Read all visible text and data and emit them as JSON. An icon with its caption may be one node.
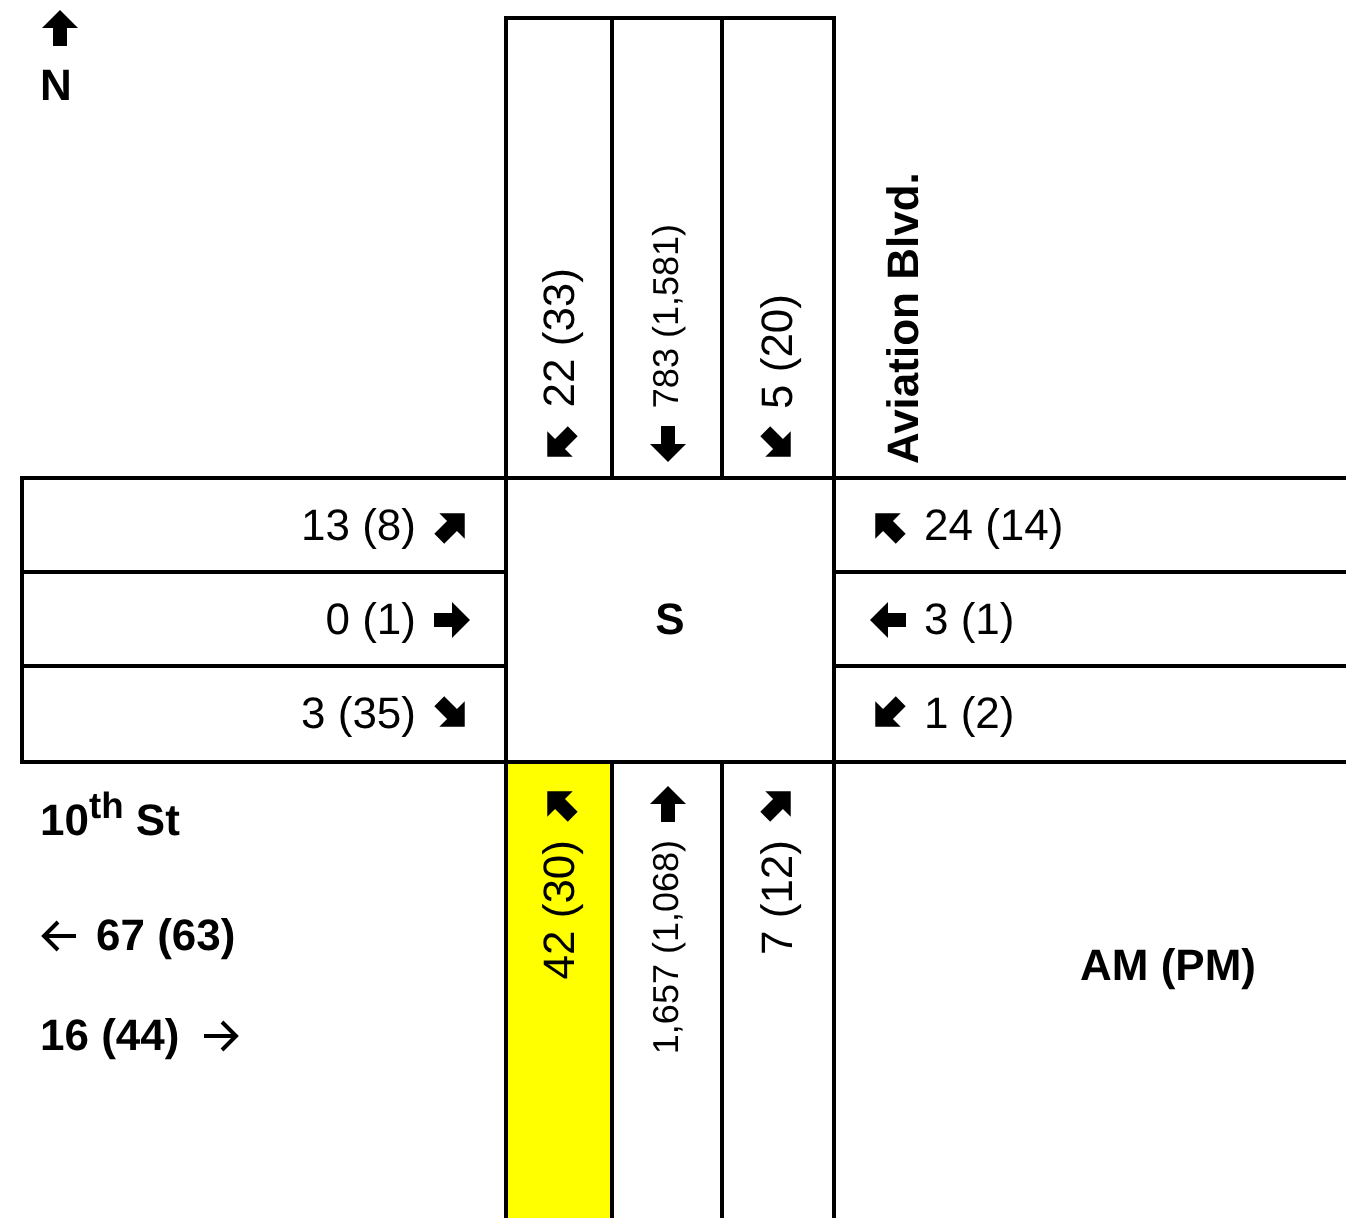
{
  "diagram": {
    "nodes": [
      {
        "text": [
          "22 (33)"
        ]
      },
      {
        "text": [
          "783 (1,581)"
        ]
      },
      {
        "text": [
          "5 (20)"
        ]
      },
      {
        "text": [
          "13 (8)"
        ]
      },
      {
        "text": [
          "24 (14)"
        ]
      },
      {
        "text": [
          "0 (1)"
        ]
      },
      {
        "text": [
          "S"
        ]
      },
      {
        "text": [
          "3 (1)"
        ]
      },
      {
        "text": [
          "3 (35)"
        ]
      },
      {
        "text": [
          "1 (2)"
        ]
      },
      {
        "text": [
          "42 (30)"
        ]
      },
      {
        "text": [
          "1,657 (1,068)"
        ]
      },
      {
        "text": [
          "7 (12)"
        ]
      }
    ],
    "labels": [
      "N",
      "Aviation Blvd.",
      "10$^{th}$ St",
      "67 (63)",
      "16 (44)",
      "AM (PM)"
    ]
  }
}
